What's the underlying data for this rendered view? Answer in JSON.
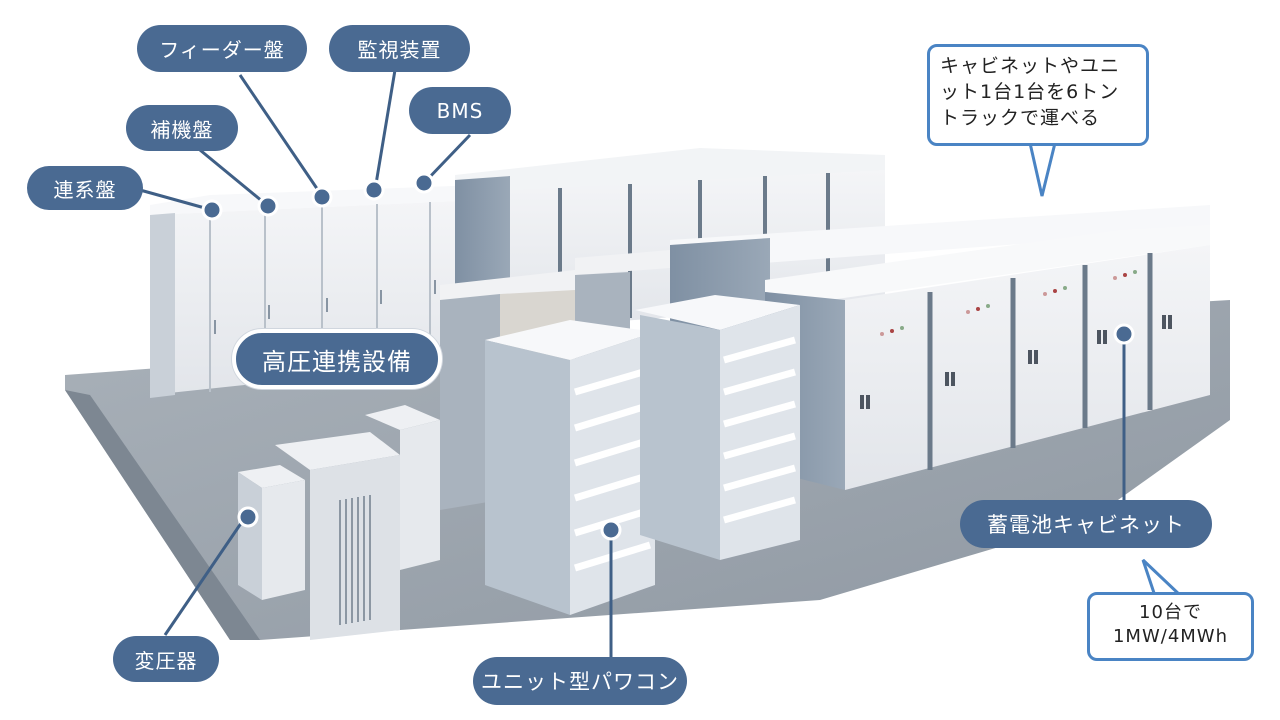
{
  "labels": {
    "renkei_ban": "連系盤",
    "hoki_ban": "補機盤",
    "feeder_ban": "フィーダー盤",
    "kanshi_sochi": "監視装置",
    "bms": "BMS",
    "koatsu_renkei_setsubi": "高圧連携設備",
    "henatsuki": "変圧器",
    "unit_pcs": "ユニット型パワコン",
    "chikudenchi_cabinet": "蓄電池キャビネット"
  },
  "callouts": {
    "transport": {
      "lines": [
        "キャビネットやユニ",
        "ット1台1台を6トン",
        "トラックで運べる"
      ]
    },
    "capacity": {
      "lines": [
        "10台で",
        "1MW/4MWh"
      ]
    }
  },
  "colors": {
    "label_fill": "#4a6a92",
    "label_text": "#ffffff",
    "callout_border": "#4a84c4",
    "ground": "#9aa3ac",
    "cabinet_white": "#eef0f3",
    "cabinet_shade": "#8596a8"
  }
}
